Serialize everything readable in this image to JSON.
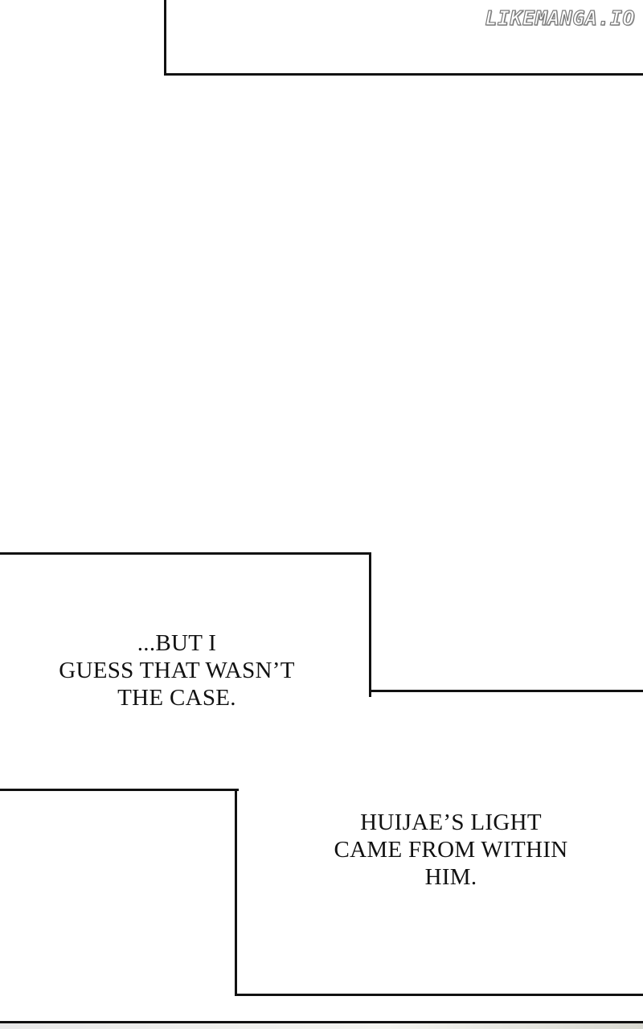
{
  "watermark": "LIKEMANGA.IO",
  "captions": [
    {
      "lines": [
        "...BUT I",
        "GUESS THAT WASN’T",
        "THE CASE."
      ]
    },
    {
      "lines": [
        "HUIJAE’S LIGHT",
        "CAME FROM WITHIN",
        "HIM."
      ]
    }
  ]
}
